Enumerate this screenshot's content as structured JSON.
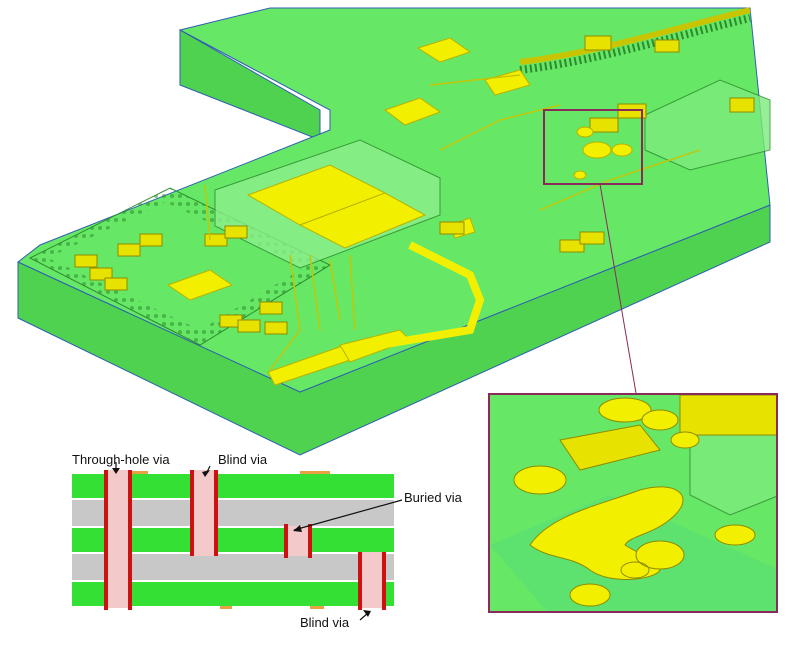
{
  "labels": {
    "through_hole_via": "Through-hole via",
    "blind_via_top": "Blind via",
    "buried_via": "Buried via",
    "blind_via_bottom": "Blind via"
  },
  "colors": {
    "board": "#5fe45f",
    "board_dark": "#3fbf3f",
    "pad": "#f2f000",
    "pad_dark": "#c9c400",
    "highlight": "#8a2a5a",
    "copper_layer": "#33e033",
    "dielectric": "#c8c8c8",
    "via_wall": "#cc1111",
    "via_fill": "#f4c9c9"
  }
}
